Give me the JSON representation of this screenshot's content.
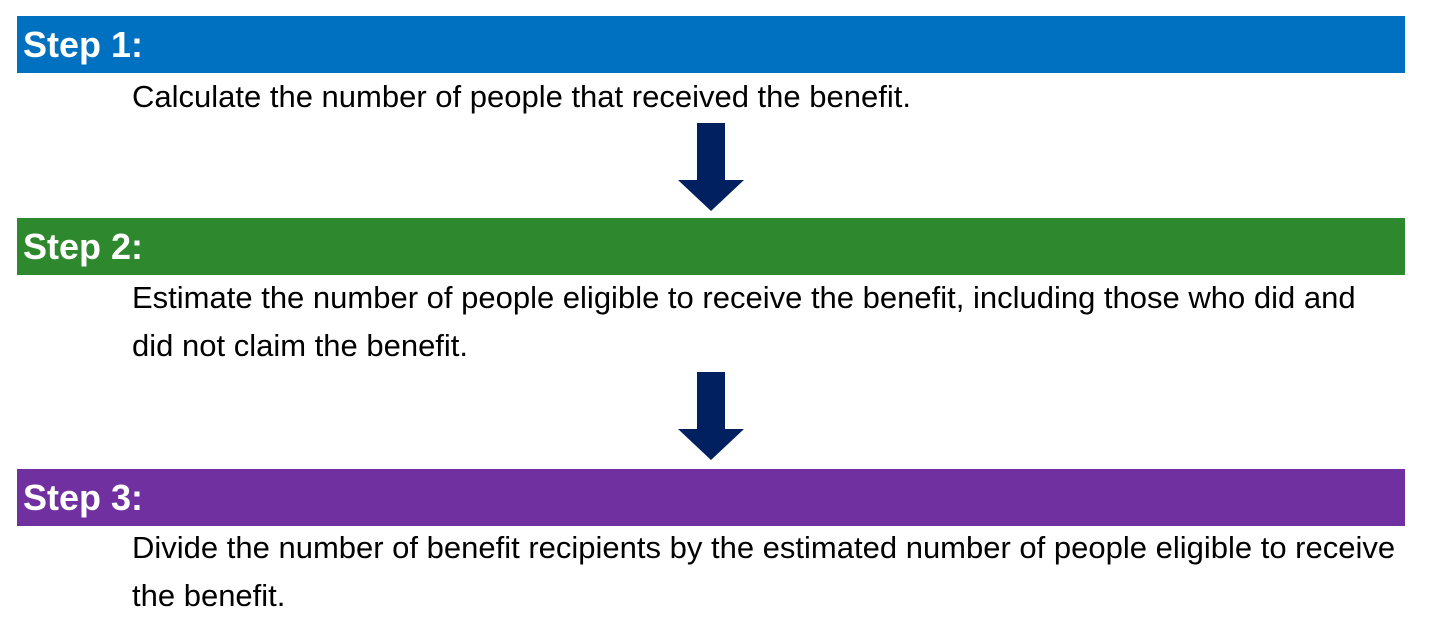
{
  "colors": {
    "step1": "#0070c0",
    "step2": "#2e882e",
    "step3": "#7030a0",
    "arrow": "#002060"
  },
  "steps": [
    {
      "title": "Step 1:",
      "text": "Calculate the number of people that received the benefit."
    },
    {
      "title": "Step 2:",
      "text": "Estimate the number of people eligible to receive the benefit, including those who did and did not claim the benefit."
    },
    {
      "title": "Step 3:",
      "text": "Divide the number of benefit recipients by the estimated number of people eligible to receive the benefit."
    }
  ],
  "connectors": [
    {
      "icon": "arrow-down-icon"
    },
    {
      "icon": "arrow-down-icon"
    }
  ]
}
